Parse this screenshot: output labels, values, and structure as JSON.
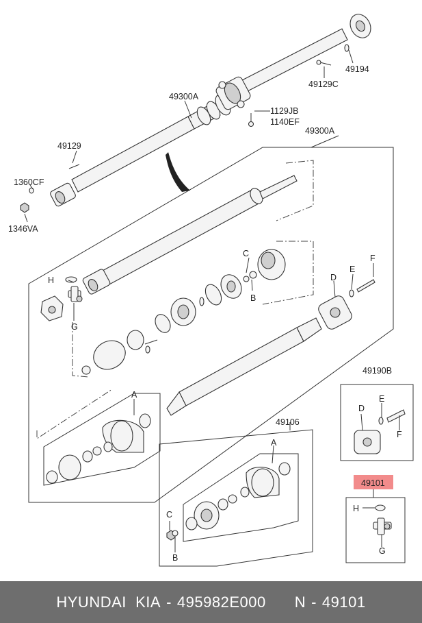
{
  "colors": {
    "highlight": "#f28b8b",
    "footer_bg": "#6e6e6e",
    "footer_text": "#ffffff"
  },
  "labels": {
    "top_49194": "49194",
    "top_49129C": "49129C",
    "top_1129JB": "1129JB",
    "top_1140EF": "1140EF",
    "top_49300A_a": "49300A",
    "top_49300A_b": "49300A",
    "top_49129": "49129",
    "top_1360CF": "1360CF",
    "top_1346VA": "1346VA",
    "ex_H": "H",
    "ex_G": "G",
    "ex_C": "C",
    "ex_B": "B",
    "ex_D": "D",
    "ex_E": "E",
    "ex_F": "F",
    "ex_A": "A",
    "kit_49190B": "49190B",
    "kit_49190B_D": "D",
    "kit_49190B_E": "E",
    "kit_49190B_F": "F",
    "kit_49106": "49106",
    "kit_49106_A": "A",
    "kit_49106_C": "C",
    "kit_49106_B": "B",
    "kit_49101": "49101",
    "kit_49101_H": "H",
    "kit_49101_G": "G"
  },
  "footer": {
    "brand": "HYUNDAI  KIA",
    "sep1": "-",
    "part_number": "495982E000",
    "n_label": "N",
    "sep2": "-",
    "ref": "49101"
  }
}
